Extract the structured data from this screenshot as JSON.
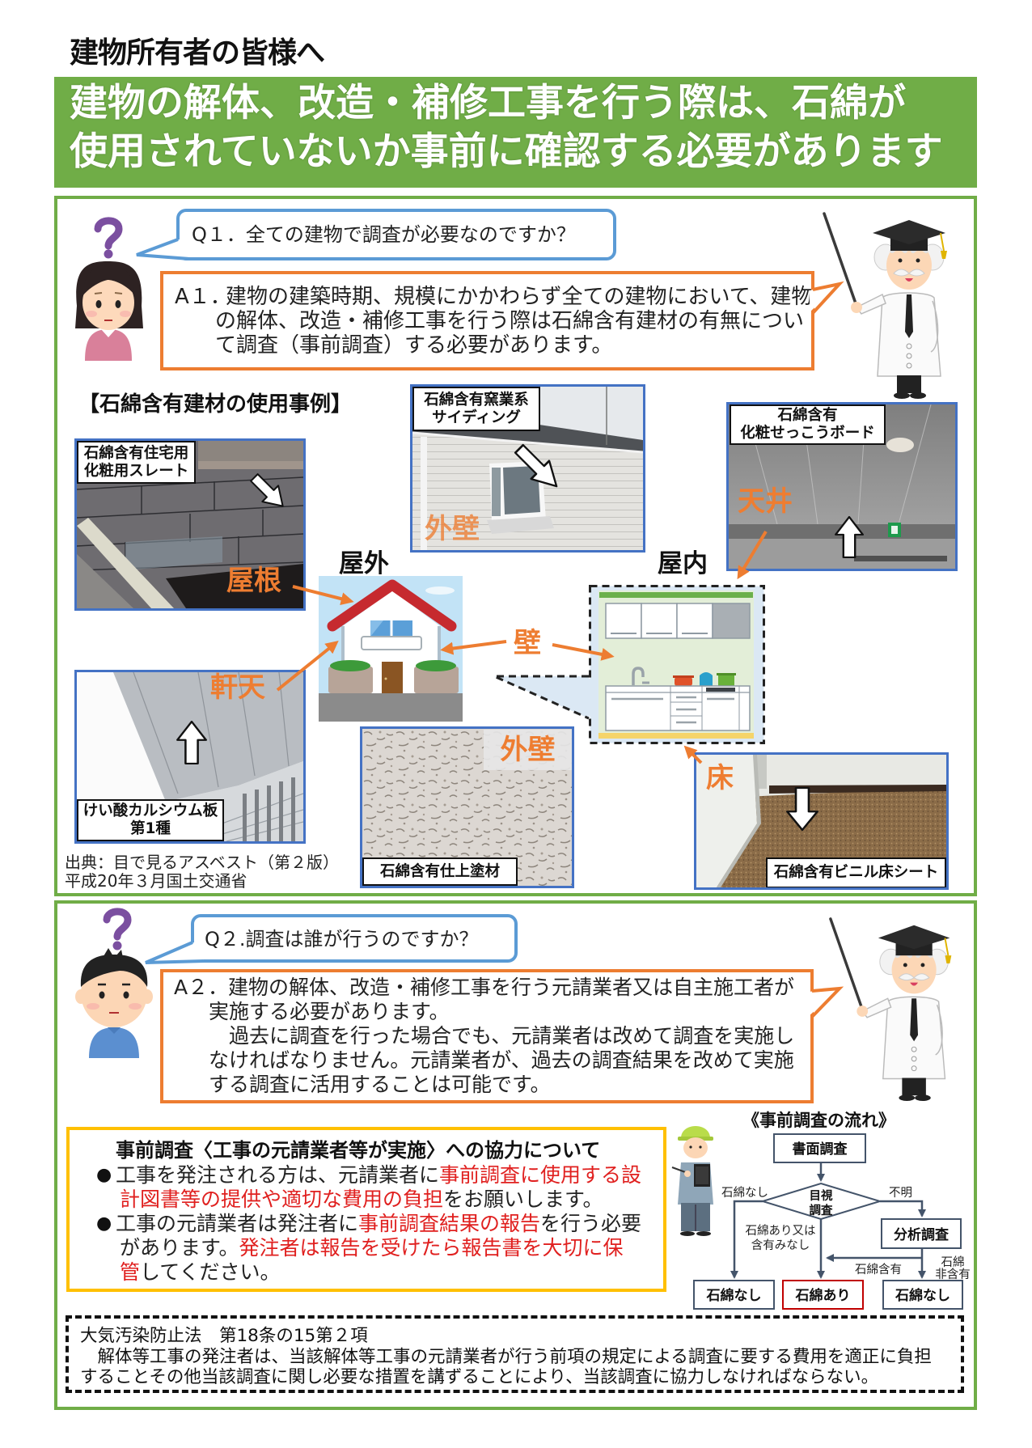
{
  "colors": {
    "green": "#70ad47",
    "bubble": "#5b9bd5",
    "answer": "#ed7d31",
    "photo": "#4472c4",
    "loc": "#ee7d31",
    "red": "#e0201f",
    "yellow": "#ffc000",
    "present": "#c00000",
    "flow": "#44546a"
  },
  "header": {
    "addressee": "建物所有者の皆様へ",
    "banner_lines": [
      "建物の解体、改造・補修工事を行う際は、石綿が",
      "使用されていないか事前に確認する必要があります"
    ]
  },
  "q1": {
    "question": "Q１．全ての建物で調査が必要なのですか？",
    "answer_label": "A１．",
    "answer_lines": [
      "建物の建築時期、規模にかかわらず全ての建物において、建物",
      "の解体、改造・補修工事を行う際は石綿含有建材の有無につい",
      "て調査（事前調査）する必要があります。"
    ]
  },
  "examples": {
    "heading": "【石綿含有建材の使用事例】",
    "outdoor_label": "屋外",
    "indoor_label": "屋内",
    "wall_label": "壁",
    "photos": {
      "roof": {
        "material": "石綿含有住宅用\n化粧用スレート",
        "location": "屋根"
      },
      "siding": {
        "material": "石綿含有窯業系\nサイディング",
        "location": "外壁"
      },
      "ceiling": {
        "material": "石綿含有\n化粧せっこうボード",
        "location": "天井"
      },
      "eaves": {
        "material": "けい酸カルシウム板\n第1種",
        "location": "軒天"
      },
      "finish_coat": {
        "material": "石綿含有仕上塗材",
        "location": "外壁"
      },
      "floor": {
        "material": "石綿含有ビニル床シート",
        "location": "床"
      }
    },
    "source_lines": [
      "出典：目で見るアスベスト（第２版）",
      "平成20年３月国土交通省"
    ]
  },
  "q2": {
    "question": "Q２.調査は誰が行うのですか？",
    "answer_label": "A２．",
    "answer_lines": [
      "建物の解体、改造・補修工事を行う元請業者又は自主施工者が",
      "実施する必要があります。",
      "　過去に調査を行った場合でも、元請業者は改めて調査を実施し",
      "なければなりません。元請業者が、過去の調査結果を改めて実施",
      "する調査に活用することは可能です。"
    ]
  },
  "cooperation": {
    "title": "事前調査〈工事の元請業者等が実施〉への協力について",
    "bullet": "●",
    "items": [
      {
        "lines": [
          [
            {
              "text": "工事を発注される方は、元請業者に",
              "highlight": false
            },
            {
              "text": "事前調査に使用する設",
              "highlight": true
            }
          ],
          [
            {
              "text": "計図書等の提供や適切な費用の負担",
              "highlight": true
            },
            {
              "text": "をお願いします。",
              "highlight": false
            }
          ]
        ]
      },
      {
        "lines": [
          [
            {
              "text": "工事の元請業者は発注者に",
              "highlight": false
            },
            {
              "text": "事前調査結果の報告",
              "highlight": true
            },
            {
              "text": "を行う必要",
              "highlight": false
            }
          ],
          [
            {
              "text": "があります。",
              "highlight": false
            },
            {
              "text": "発注者は報告を受けたら報告書を大切に保",
              "highlight": true
            }
          ],
          [
            {
              "text": "管",
              "highlight": true
            },
            {
              "text": "してください。",
              "highlight": false
            }
          ]
        ]
      }
    ]
  },
  "flow": {
    "title": "《事前調査の流れ》",
    "nodes": {
      "document_review": "書面調査",
      "visual_line1": "目視",
      "visual_line2": "調査",
      "analysis": "分析調査",
      "result_left": "石綿なし",
      "result_center": "石綿あり",
      "result_right": "石綿なし"
    },
    "edges": {
      "visual_none": "石綿なし",
      "visual_unknown": "不明",
      "visual_present_1": "石綿あり又は",
      "visual_present_2": "含有みなし",
      "analysis_present": "石綿含有",
      "analysis_absent_1": "石綿",
      "analysis_absent_2": "非含有"
    }
  },
  "law": {
    "title": "大気汚染防止法　第18条の15第２項",
    "lines": [
      "　解体等工事の発注者は、当該解体等工事の元請業者が行う前項の規定による調査に要する費用を適正に負担",
      "することその他当該調査に関し必要な措置を講ずることにより、当該調査に協力しなければならない。"
    ]
  }
}
